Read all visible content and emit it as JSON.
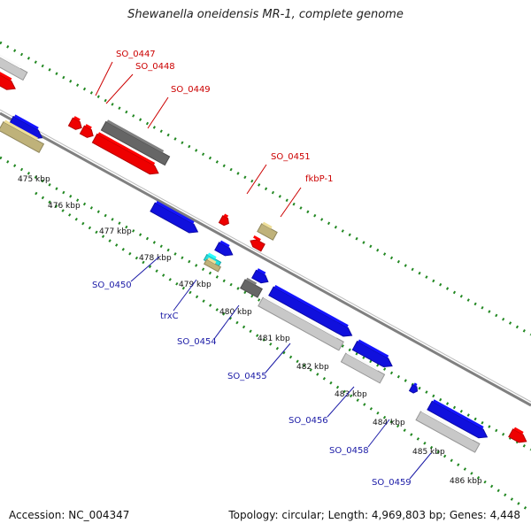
{
  "title": "Shewanella oneidensis MR-1, complete genome",
  "footer": {
    "accession": "Accession: NC_004347",
    "summary": "Topology: circular; Length: 4,969,803 bp; Genes: 4,448"
  },
  "scale_labels": [
    "475 kbp",
    "476 kbp",
    "477 kbp",
    "478 kbp",
    "479 kbp",
    "480 kbp",
    "481 kbp",
    "482 kbp",
    "483 kbp",
    "484 kbp",
    "485 kbp",
    "486 kbp"
  ],
  "colors": {
    "forward_label": "#cc0000",
    "reverse_label": "#1a1aa6",
    "red_gene": "#ee0000",
    "blue_gene": "#1010dd",
    "gray_gene": "#c8c8c8",
    "dark_gene": "#666666",
    "khaki_gene": "#bfb27a",
    "cyan_gene": "#22e0e0",
    "backbone": "#808080",
    "tick": "#228822"
  },
  "gene_labels": {
    "forward": [
      "SO_0447",
      "SO_0448",
      "SO_0449",
      "SO_0451",
      "fkbP-1"
    ],
    "reverse": [
      "SO_0450",
      "trxC",
      "SO_0454",
      "SO_0455",
      "SO_0456",
      "SO_0458",
      "SO_0459"
    ]
  }
}
